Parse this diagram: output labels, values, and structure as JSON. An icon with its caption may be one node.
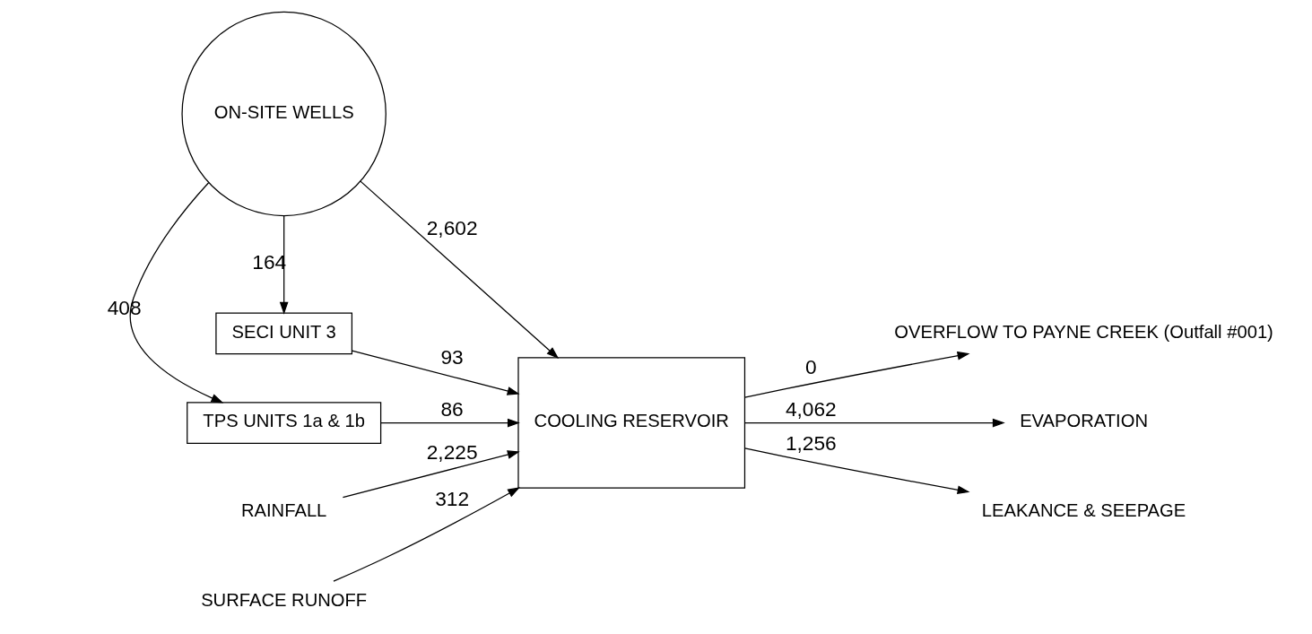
{
  "diagram": {
    "nodes": [
      {
        "text": [
          "ON-SITE WELLS"
        ]
      },
      {
        "text": [
          "TPS UNITS 1a & 1b"
        ]
      },
      {
        "text": [
          "SECI UNIT 3"
        ]
      },
      {
        "text": [
          "COOLING RESERVOIR"
        ]
      },
      {
        "text": [
          "RAINFALL"
        ]
      },
      {
        "text": [
          "SURFACE RUNOFF"
        ]
      },
      {
        "text": [
          "OVERFLOW TO PAYNE CREEK (Outfall #001)"
        ]
      },
      {
        "text": [
          "EVAPORATION"
        ]
      },
      {
        "text": [
          "LEAKANCE & SEEPAGE"
        ]
      }
    ],
    "edges": [
      {
        "from": 0,
        "to": 1,
        "arrow": "to",
        "label": "408"
      },
      {
        "from": 0,
        "to": 2,
        "arrow": "to",
        "label": "164"
      },
      {
        "from": 1,
        "to": 3,
        "arrow": "to",
        "label": "86"
      },
      {
        "from": 0,
        "to": 3,
        "arrow": "to",
        "label": "2,602"
      },
      {
        "from": 2,
        "to": 3,
        "arrow": "to",
        "label": "93"
      },
      {
        "from": 4,
        "to": 3,
        "arrow": "to",
        "label": "2,225"
      },
      {
        "from": 5,
        "to": 3,
        "arrow": "to",
        "label": "312"
      },
      {
        "from": 3,
        "to": 6,
        "arrow": "to",
        "label": "0"
      },
      {
        "from": 3,
        "to": 7,
        "arrow": "to",
        "label": "4,062"
      },
      {
        "from": 3,
        "to": 8,
        "arrow": "to",
        "label": "1,256"
      }
    ]
  }
}
